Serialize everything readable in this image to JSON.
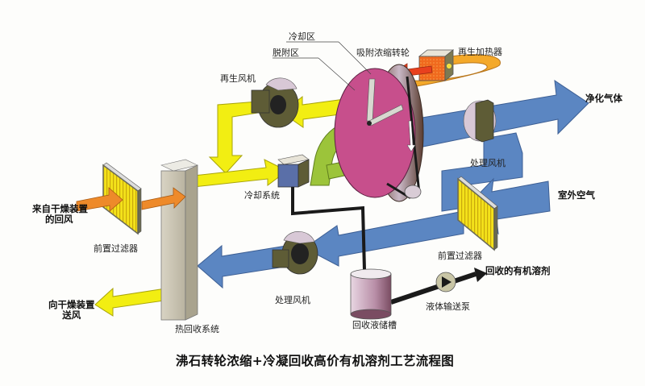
{
  "title": "沸石转轮浓缩+冷凝回收高价有机溶剂工艺流程图",
  "colors": {
    "process_air": "#5b86c2",
    "regen_air_yellow": "#f2ee12",
    "desorb_air_green": "#9cc43a",
    "return_air_orange": "#ee8a2a",
    "heater_loop": "#f4a92a",
    "wheel_face": "#c74f8c",
    "solvent_pipe": "#1a1a1a",
    "heat_recovery_box": "#cfcab8"
  },
  "labels": {
    "cooling_zone": "冷却区",
    "desorption_zone": "脱附区",
    "adsorption_wheel": "吸附浓缩转轮",
    "regen_heater": "再生加热器",
    "regen_fan": "再生风机",
    "clean_gas": "净化气体",
    "process_fan_top": "处理风机",
    "outdoor_air": "室外空气",
    "prefilter_right": "前置过滤器",
    "recovered_solvent": "回收的有机溶剂",
    "liquid_pump": "液体输送泵",
    "recovery_tank": "回收液储槽",
    "process_fan_bottom": "处理风机",
    "heat_recovery_system": "热回收系统",
    "cooling_system": "冷却系统",
    "prefilter_left": "前置过滤器",
    "return_air_line1": "来自干燥装置",
    "return_air_line2": "的回风",
    "supply_air_line1": "向干燥装置",
    "supply_air_line2": "送风"
  }
}
